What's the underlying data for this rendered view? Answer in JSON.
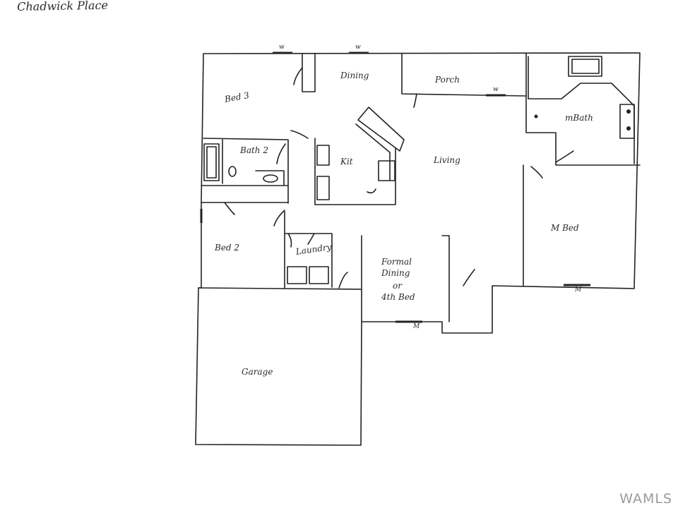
{
  "plan": {
    "title": "Chadwick Place",
    "rooms": {
      "bed3": "Bed 3",
      "dining": "Dining",
      "porch": "Porch",
      "mbath": "mBath",
      "bath2": "Bath 2",
      "kit": "Kit",
      "living": "Living",
      "bed2": "Bed 2",
      "laundry": "Laundry",
      "formal_line1": "Formal",
      "formal_line2": "Dining",
      "formal_line3": "or",
      "formal_line4": "4th Bed",
      "mbed": "M Bed",
      "garage": "Garage"
    },
    "window_marks": {
      "w1": "w",
      "w2": "w",
      "w3": "w",
      "w4": "M",
      "w5": "M"
    }
  },
  "watermark": "WAMLS"
}
